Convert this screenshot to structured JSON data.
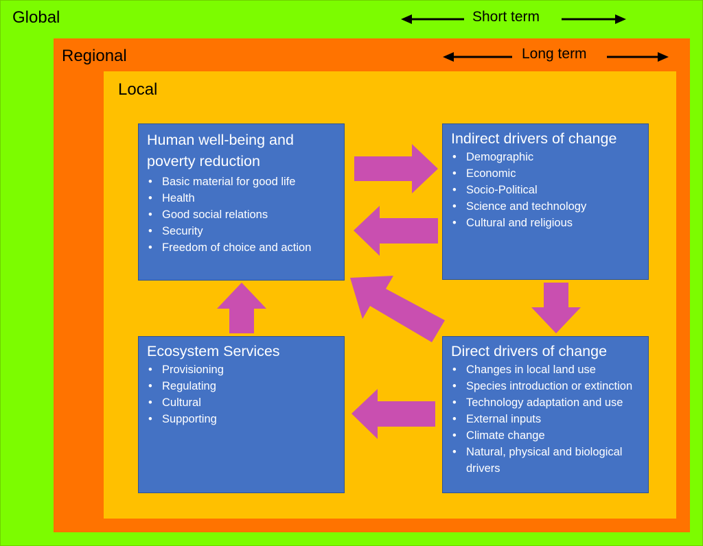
{
  "zones": {
    "global": "Global",
    "regional": "Regional",
    "local": "Local"
  },
  "terms": {
    "short": "Short term",
    "long": "Long term"
  },
  "boxes": {
    "wellbeing": {
      "title_line1": "Human well-being and",
      "title_line2": "poverty reduction",
      "items": [
        "Basic material for good life",
        "Health",
        "Good social relations",
        "Security",
        "Freedom of choice and action"
      ]
    },
    "indirect": {
      "title": "Indirect drivers of change",
      "items": [
        "Demographic",
        "Economic",
        "Socio-Political",
        "Science and technology",
        "Cultural and religious"
      ]
    },
    "ecosystem": {
      "title": "Ecosystem Services",
      "items": [
        "Provisioning",
        "Regulating",
        "Cultural",
        "Supporting"
      ]
    },
    "direct": {
      "title": "Direct drivers of change",
      "items": [
        "Changes in local land use",
        "Species introduction or extinction",
        "Technology adaptation and use",
        "External inputs",
        "Climate change",
        "Natural, physical and biological drivers"
      ]
    }
  },
  "colors": {
    "global": "#7CFC00",
    "regional": "#FF7300",
    "local": "#FFC000",
    "box": "#4472C4",
    "arrow": "#C94FB0"
  }
}
